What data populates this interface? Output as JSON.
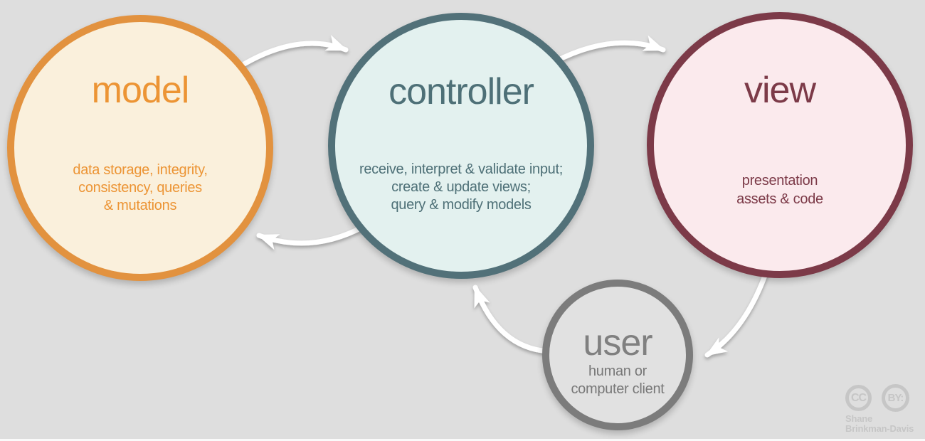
{
  "diagram": {
    "background_color": "#dedede",
    "arrow_color": "#ffffff",
    "nodes": {
      "model": {
        "label": "model",
        "body": [
          "data storage, integrity,",
          "consistency, queries",
          "& mutations"
        ],
        "border_color": "#e2923f",
        "fill_color": "#faf0dc",
        "text_color": "#ec9434"
      },
      "controller": {
        "label": "controller",
        "body": [
          "receive, interpret & validate input;",
          "create & update views;",
          "query & modify models"
        ],
        "border_color": "#527179",
        "fill_color": "#e3f1ef",
        "text_color": "#4e7077"
      },
      "view": {
        "label": "view",
        "body": [
          "presentation",
          "assets & code"
        ],
        "border_color": "#7c3a48",
        "fill_color": "#fbeaed",
        "text_color": "#7c3a48"
      },
      "user": {
        "label": "user",
        "body": [
          "human or",
          "computer client"
        ],
        "border_color": "#7c7c7c",
        "fill_color": "#e1e1e1",
        "text_color": "#808080"
      }
    },
    "flows": [
      {
        "from": "model",
        "to": "controller"
      },
      {
        "from": "controller",
        "to": "view"
      },
      {
        "from": "controller",
        "to": "model"
      },
      {
        "from": "view",
        "to": "user"
      },
      {
        "from": "user",
        "to": "controller"
      }
    ]
  },
  "attribution": {
    "cc_label": "CC",
    "by_label": "BY:",
    "author_line1": "Shane",
    "author_line2": "Brinkman-Davis"
  }
}
